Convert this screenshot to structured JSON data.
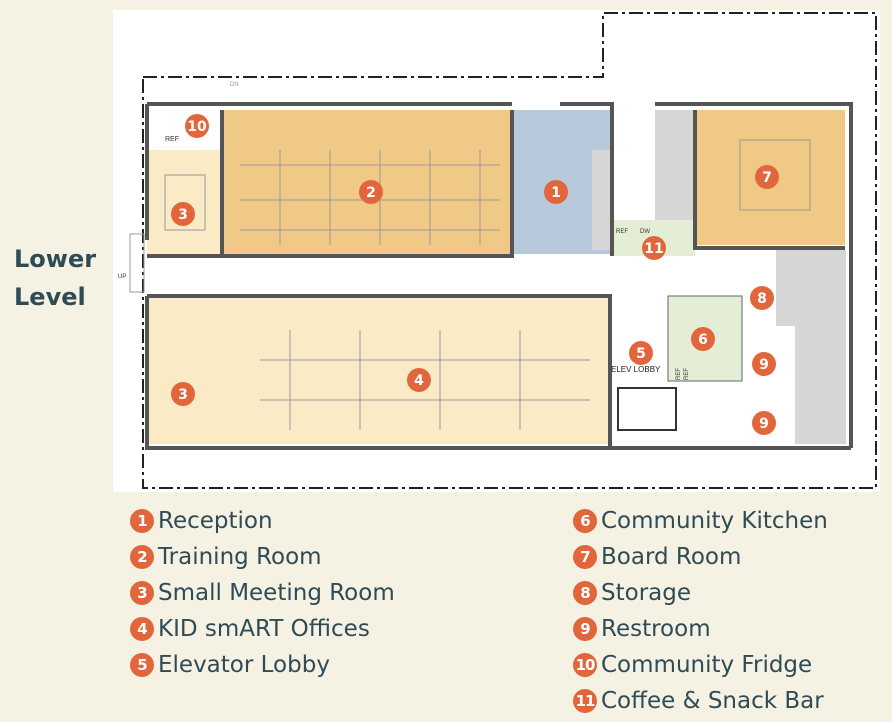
{
  "page": {
    "level_title": "Lower Level",
    "colors": {
      "background": "#f5f2e3",
      "reception": "#b7c8da",
      "training_room": "#f1c987",
      "board_room": "#f1c987",
      "meeting_offices": "#faebc6",
      "service_rooms": "#d6d6d6",
      "coffee_bar": "#e4eed6",
      "marker": "#e2663b",
      "text": "#2f4b55"
    }
  },
  "plan": {
    "room_markers": [
      "1",
      "2",
      "3",
      "3",
      "4",
      "5",
      "6",
      "7",
      "8",
      "9",
      "9",
      "10",
      "11"
    ],
    "labels": {
      "ref_1": "REF",
      "ref_2": "REF",
      "ref_3": "REF",
      "ref_4": "REF",
      "dw": "DW",
      "elev_lobby": "ELEV LOBBY",
      "up": "UP",
      "top_note": "DN"
    }
  },
  "legend": {
    "left": [
      {
        "num": "1",
        "label": "Reception"
      },
      {
        "num": "2",
        "label": "Training Room"
      },
      {
        "num": "3",
        "label": "Small Meeting Room"
      },
      {
        "num": "4",
        "label": "KID smART Offices"
      },
      {
        "num": "5",
        "label": "Elevator Lobby"
      }
    ],
    "right": [
      {
        "num": "6",
        "label": "Community Kitchen"
      },
      {
        "num": "7",
        "label": "Board Room"
      },
      {
        "num": "8",
        "label": "Storage"
      },
      {
        "num": "9",
        "label": "Restroom"
      },
      {
        "num": "10",
        "label": "Community Fridge"
      },
      {
        "num": "11",
        "label": "Coffee & Snack Bar"
      }
    ]
  }
}
